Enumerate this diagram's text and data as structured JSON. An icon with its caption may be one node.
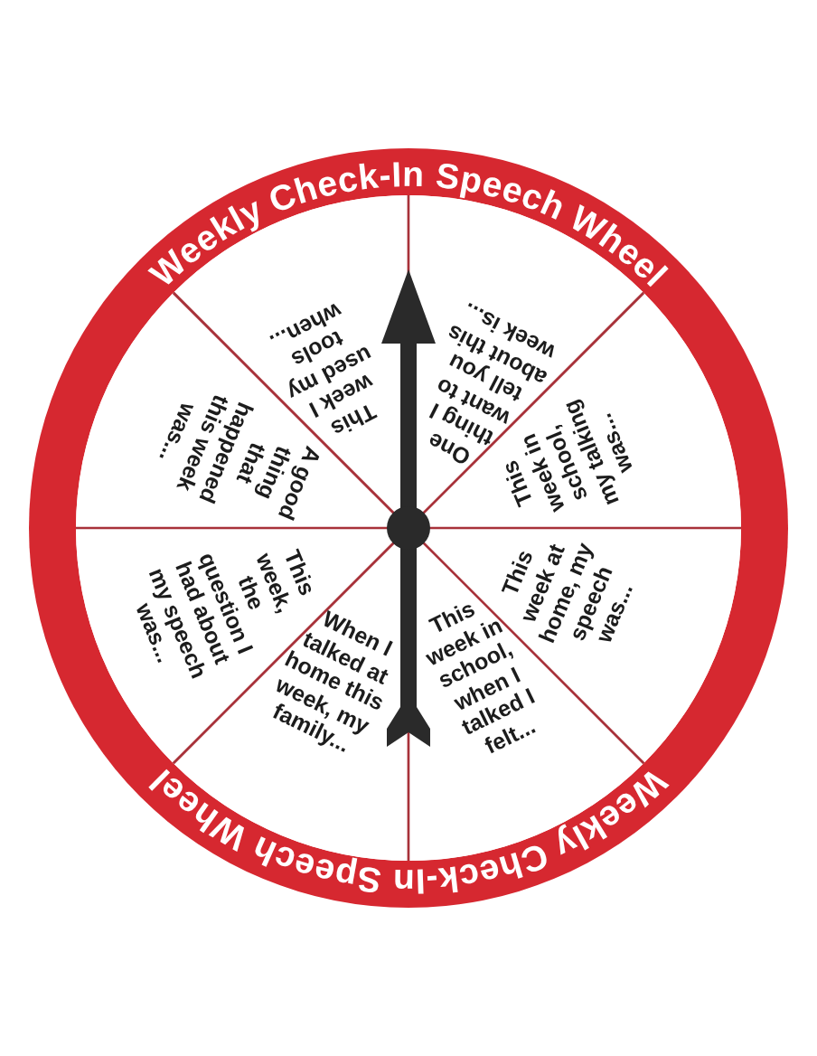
{
  "diagram": {
    "title": "Weekly Check-In Speech Wheel",
    "nodes": [
      {
        "text": [],
        "shape": "circle"
      },
      {
        "text": [
          "This week I used my tools when..."
        ],
        "in": 0
      },
      {
        "text": [
          "One thing I want to tell you about this week is..."
        ],
        "in": 0
      },
      {
        "text": [
          "A good thing that happened this week was..."
        ],
        "in": 0
      },
      {
        "text": [
          "This week in school, my talking was..."
        ],
        "in": 0
      },
      {
        "text": [
          "This week, the question I had about my speech was..."
        ],
        "in": 0
      },
      {
        "text": [
          "This week at home, my speech was..."
        ],
        "in": 0
      },
      {
        "text": [
          "When I talked at home this week, my family..."
        ],
        "in": 0
      },
      {
        "text": [
          "This week in school, when I talked I felt..."
        ],
        "in": 0
      }
    ],
    "labels": [
      "Weekly Check-In Speech Wheel"
    ]
  }
}
